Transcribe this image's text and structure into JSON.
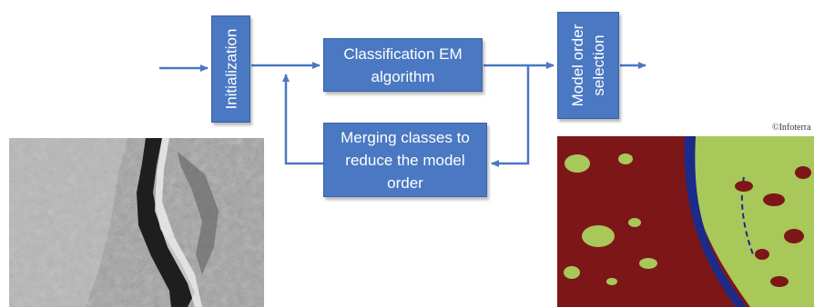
{
  "flow": {
    "initialization": "Initialization",
    "em_line1": "Classification EM",
    "em_line2": "algorithm",
    "merge_line1": "Merging classes to",
    "merge_line2": "reduce the model",
    "merge_line3": "order",
    "mos_line1": "Model order",
    "mos_line2": "selection"
  },
  "images": {
    "credit": "©Infoterra"
  },
  "colors": {
    "box_fill": "#4a78c2",
    "arrow": "#4a78c2",
    "map_class_red": "#7d1618",
    "map_class_green": "#a8c85a",
    "map_class_blue": "#1c2a8a"
  }
}
